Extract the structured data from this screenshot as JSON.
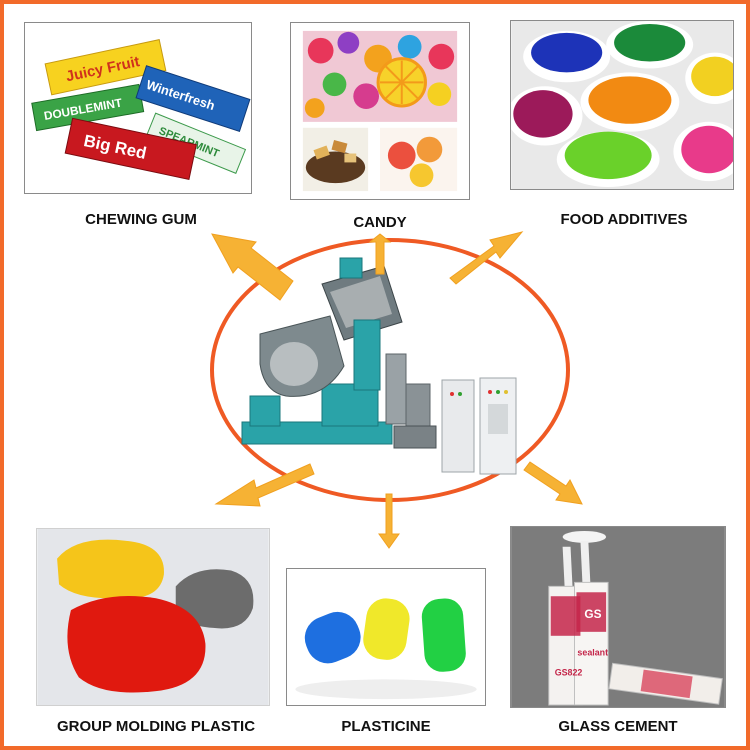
{
  "products": [
    {
      "key": "chewing-gum",
      "label": "CHEWING GUM"
    },
    {
      "key": "candy",
      "label": "CANDY"
    },
    {
      "key": "food-additives",
      "label": "FOOD ADDITIVES"
    },
    {
      "key": "group-molding-plastic",
      "label": "GROUP MOLDING PLASTIC"
    },
    {
      "key": "plasticine",
      "label": "PLASTICINE"
    },
    {
      "key": "glass-cement",
      "label": "GLASS CEMENT"
    }
  ],
  "packaging_text": {
    "gum_juicy": "Juicy Fruit",
    "gum_double": "DOUBLEMINT",
    "gum_winter": "Winterfresh",
    "gum_spear": "SPEARMINT",
    "gum_bigred": "Big Red",
    "tube_brand": "GS",
    "tube_model": "GS822",
    "tube_word": "sealant"
  },
  "colors": {
    "frame": "#f26a2a",
    "ellipse": "#ef5a24",
    "arrow": "#f6b234",
    "machine": "#2aa3a8"
  }
}
